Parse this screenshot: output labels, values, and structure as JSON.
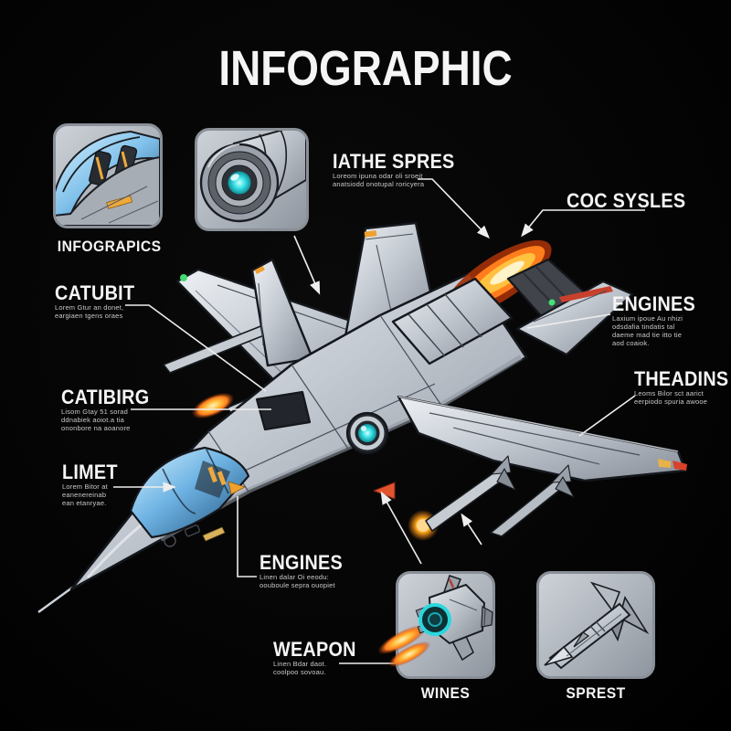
{
  "title": "INFOGRAPHIC",
  "colors": {
    "background": "#040404",
    "text": "#f5f5f5",
    "subtext": "#c9c9c9",
    "metal": "#c3c9d1",
    "panel_border": "#8a9098",
    "accent_cyan": "#3ee6ea",
    "accent_orange": "#f0a030",
    "flame_orange": "#ff7d1d",
    "status_green": "#46db74",
    "status_red": "#d94228",
    "canopy_blue": "#6fb4e4"
  },
  "panels": {
    "cockpit": {
      "caption": "INFOGRAPICS"
    },
    "wines": {
      "caption": "WINES"
    },
    "sprest": {
      "caption": "SPREST"
    }
  },
  "callouts": {
    "iathe_spres": {
      "title": "IATHE SPRES",
      "lines": [
        "Loreom ipuna odar oli sroeit",
        "anatsiodd onotupal roricyera"
      ]
    },
    "coc_sysles": {
      "title": "COC SYSLES"
    },
    "engines_right": {
      "title": "ENGINES",
      "lines": [
        "Laxium ipoue  Au nhizi",
        "odsdafia tindatis tal",
        "daeme mad tie itto tie",
        "aod coaiok."
      ]
    },
    "theadins": {
      "title": "THEADINS",
      "lines": [
        "Leoms Bilor sct aarict",
        "eerpiodo spuria awooe"
      ]
    },
    "catubit": {
      "title": "CATUBIT",
      "lines": [
        "Lorem Gtur an donet,",
        "eargiaen tgens oraes"
      ]
    },
    "catibirg": {
      "title": "CATIBIRG",
      "lines": [
        "Lisom Gtay 51 sorad",
        "ddnabiek aoiot.a tia",
        "ononbore na aoanore"
      ]
    },
    "limet": {
      "title": "LIMET",
      "lines": [
        "Lorem Bitor at",
        "eanenereinab",
        "ean etanryae."
      ]
    },
    "engines_bottom": {
      "title": "ENGINES",
      "lines": [
        "Linen dalar Oi eeodu:",
        "oouboule sepra ouopiet"
      ]
    },
    "weapon": {
      "title": "WEAPON",
      "lines": [
        "Linen Bdar daot.",
        "coolpoo sovoau."
      ]
    }
  }
}
